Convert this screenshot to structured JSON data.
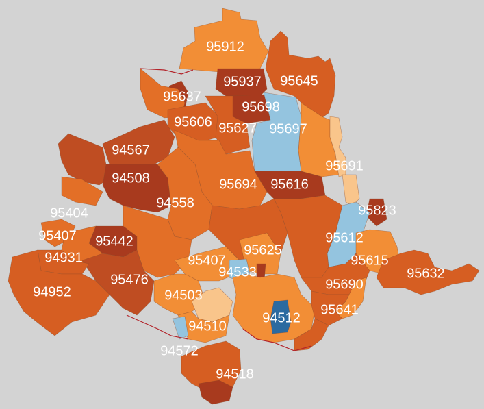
{
  "map": {
    "colors": {
      "background": "#d3d3d3",
      "light_blue": "#94c4df",
      "dark_blue": "#2b6aa0",
      "pale_orange": "#f9c58b",
      "light_orange": "#f28e36",
      "mid_orange": "#e36f27",
      "orange": "#d65e22",
      "dark_orange": "#bf4d22",
      "deep_red": "#a83a1e",
      "darkest_red": "#96331b",
      "boundary_line": "#b3232a"
    },
    "zip_labels": [
      "95912",
      "95937",
      "95645",
      "95637",
      "95698",
      "95606",
      "95627",
      "95697",
      "94567",
      "95691",
      "94508",
      "95694",
      "95616",
      "94558",
      "95404",
      "95823",
      "95407",
      "95442",
      "95612",
      "95625",
      "94931",
      "95407",
      "95615",
      "95476",
      "94533",
      "95632",
      "94952",
      "95690",
      "94503",
      "95641",
      "94512",
      "94510",
      "94572",
      "94518"
    ]
  }
}
